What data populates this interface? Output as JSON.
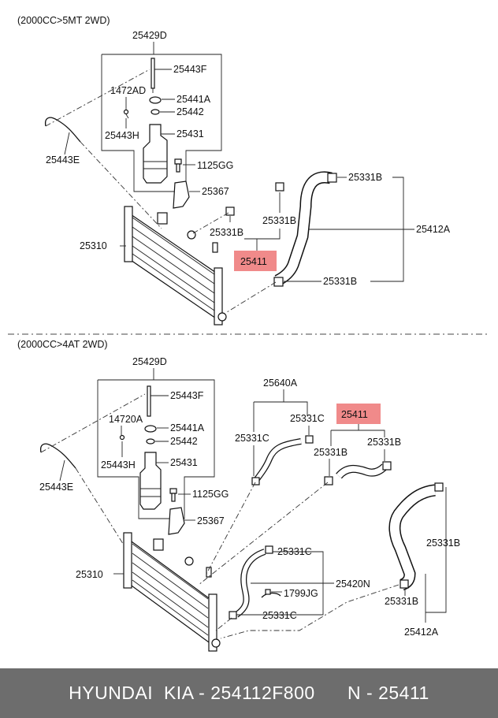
{
  "footer": {
    "brand": "HYUNDAI  KIA - 254112F800",
    "ref": "N - 25411"
  },
  "highlight_color": "#f08a8a",
  "top": {
    "section": "(2000CC>5MT 2WD)",
    "l_25429d": "25429D",
    "l_25443f": "25443F",
    "l_1472ad": "1472AD",
    "l_25441a": "25441A",
    "l_25442": "25442",
    "l_25443h": "25443H",
    "l_25431": "25431",
    "l_25443e": "25443E",
    "l_1125gg": "1125GG",
    "l_25367": "25367",
    "l_25310": "25310",
    "l_25331b_a": "25331B",
    "l_25331b_b": "25331B",
    "l_25331b_c": "25331B",
    "l_25331b_d": "25331B",
    "l_25412a": "25412A",
    "l_25411": "25411"
  },
  "bottom": {
    "section": "(2000CC>4AT 2WD)",
    "l_25429d": "25429D",
    "l_25443f": "25443F",
    "l_14720a": "14720A",
    "l_25441a": "25441A",
    "l_25442": "25442",
    "l_25443h": "25443H",
    "l_25431": "25431",
    "l_25443e": "25443E",
    "l_1125gg": "1125GG",
    "l_25367": "25367",
    "l_25310": "25310",
    "l_25640a": "25640A",
    "l_25331c_a": "25331C",
    "l_25331c_b": "25331C",
    "l_25331c_c": "25331C",
    "l_25331c_d": "25331C",
    "l_25411": "25411",
    "l_25331b_a": "25331B",
    "l_25331b_b": "25331B",
    "l_25331b_c": "25331B",
    "l_25331b_d": "25331B",
    "l_25420n": "25420N",
    "l_1799jg": "1799JG",
    "l_25412a": "25412A"
  }
}
